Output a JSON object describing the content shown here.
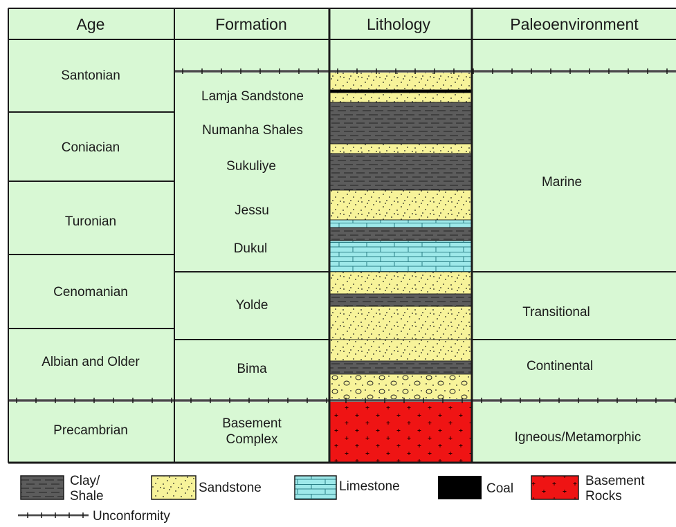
{
  "colors": {
    "cell_bg": "#d8f8d4",
    "border": "#1a1a1a",
    "shale": "#5c5c5c",
    "sandstone": "#f7f39a",
    "limestone": "#9ee9ea",
    "coal": "#000000",
    "basement": "#ef1414",
    "unconformity": "#7a7a7a"
  },
  "headers": {
    "age": "Age",
    "formation": "Formation",
    "lithology": "Lithology",
    "paleoenvironment": "Paleoenvironment"
  },
  "ages": [
    {
      "label": "Santonian"
    },
    {
      "label": "Coniacian"
    },
    {
      "label": "Turonian"
    },
    {
      "label": "Cenomanian"
    },
    {
      "label": "Albian and Older"
    },
    {
      "label": "Precambrian"
    }
  ],
  "formations": [
    {
      "label": "Lamja Sandstone"
    },
    {
      "label": "Numanha Shales"
    },
    {
      "label": "Sukuliye"
    },
    {
      "label": "Jessu"
    },
    {
      "label": "Dukul"
    },
    {
      "label": "Yolde"
    },
    {
      "label": "Bima"
    },
    {
      "label": "Basement",
      "label2": "Complex"
    }
  ],
  "environments": [
    {
      "label": "Marine"
    },
    {
      "label": "Transitional"
    },
    {
      "label": "Continental"
    },
    {
      "label": "Igneous/Metamorphic"
    }
  ],
  "lithology_column": [
    {
      "rock": "sandstone"
    },
    {
      "rock": "coal"
    },
    {
      "rock": "sandstone"
    },
    {
      "rock": "shale"
    },
    {
      "rock": "sandstone"
    },
    {
      "rock": "shale"
    },
    {
      "rock": "sandstone"
    },
    {
      "rock": "limestone"
    },
    {
      "rock": "shale"
    },
    {
      "rock": "limestone"
    },
    {
      "rock": "sandstone"
    },
    {
      "rock": "shale"
    },
    {
      "rock": "sandstone"
    },
    {
      "rock": "sandstone"
    },
    {
      "rock": "shale"
    },
    {
      "rock": "conglomerate"
    },
    {
      "rock": "basement"
    }
  ],
  "legend": {
    "clay_line1": "Clay/",
    "clay_line2": "Shale",
    "sandstone": "Sandstone",
    "limestone": "Limestone",
    "coal": "Coal",
    "basement_line1": "Basement",
    "basement_line2": "Rocks",
    "unconformity": "Unconformity"
  }
}
